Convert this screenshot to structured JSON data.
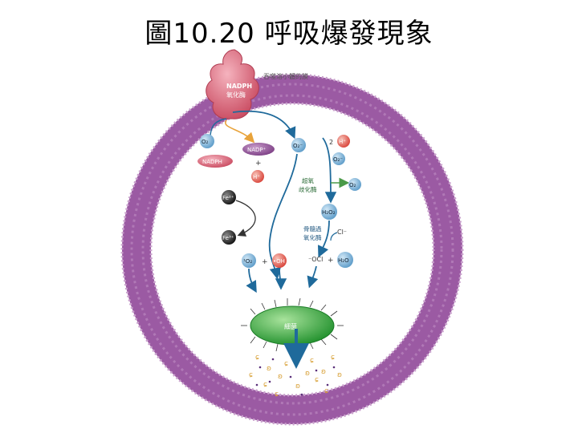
{
  "title": "圖10.20 呼吸爆發現象",
  "colors": {
    "membrane": "#8e4f96",
    "membrane_inner": "#b37bb7",
    "enzyme": "#d25c6c",
    "arrow_blue": "#1f6a9b",
    "arrow_orange": "#e8a33b",
    "arrow_green": "#4a9a48",
    "bacterium": "#2ea83a"
  },
  "labels": {
    "vacuole": "吞噬溶小體的膜",
    "enzyme_line1": "NADPH",
    "enzyme_line2": "氧化酶",
    "o2_left": "O₂",
    "nadp": "NADP⁺",
    "plus1": "+",
    "h_left": "H⁺",
    "nadph": "NADPH",
    "o2_minus": "O₂⁻",
    "two": "2",
    "h_right": "H⁺",
    "o2_minus_right": "O₂⁻",
    "sod_line1": "超氧",
    "sod_line2": "歧化酶",
    "o2_green": "O₂",
    "fe2": "Fe²⁺",
    "fe3": "Fe³⁺",
    "h2o2": "H₂O₂",
    "mpo_line1": "骨髓過",
    "mpo_line2": "氧化酶",
    "cl": "Cl⁻",
    "singlet_o2": "¹O₂",
    "plus2": "+",
    "oh": "•OH",
    "ocl": "⁻OCl",
    "plus3": "+",
    "h2o": "H₂O",
    "bacterium": "細菌"
  }
}
